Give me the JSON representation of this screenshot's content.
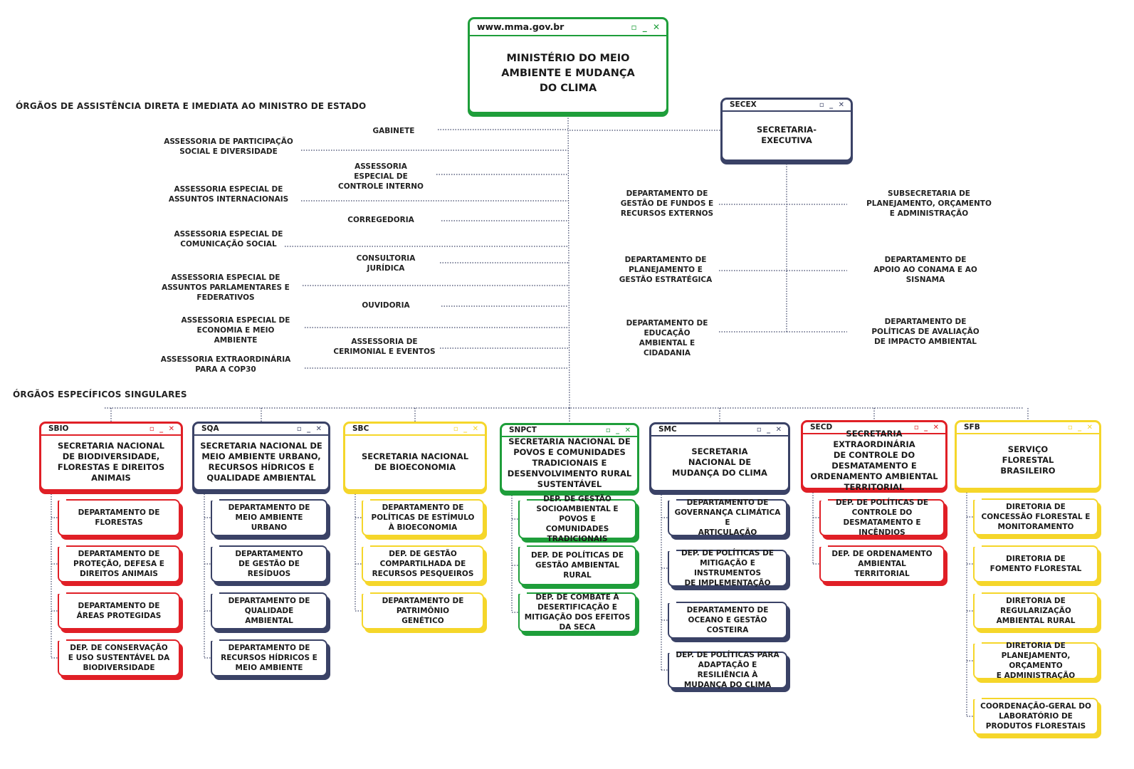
{
  "colors": {
    "green": "#1e9e3a",
    "red": "#e01f26",
    "navy": "#3a4266",
    "yellow": "#f5d62a"
  },
  "main": {
    "url": "www.mma.gov.br",
    "controls": "▫ _ ✕",
    "title": "MINISTÉRIO DO MEIO AMBIENTE E MUDANÇA DO CLIMA"
  },
  "section_direct": "ÓRGÃOS DE ASSISTÊNCIA DIRETA E IMEDIATA AO MINISTRO DE ESTADO",
  "section_specific": "ÓRGÃOS ESPECÍFICOS SINGULARES",
  "direct_left": [
    "ASSESSORIA DE PARTICIPAÇÃO\nSOCIAL E DIVERSIDADE",
    "ASSESSORIA ESPECIAL DE\nASSUNTOS INTERNACIONAIS",
    "ASSESSORIA ESPECIAL DE\nCOMUNICAÇÃO SOCIAL",
    "ASSESSORIA ESPECIAL DE\nASSUNTOS PARLAMENTARES E\nFEDERATIVOS",
    "ASSESSORIA ESPECIAL DE\nECONOMIA E MEIO\nAMBIENTE",
    "ASSESSORIA EXTRAORDINÁRIA\nPARA A COP30"
  ],
  "direct_center": [
    "GABINETE",
    "ASSESSORIA\nESPECIAL DE\nCONTROLE INTERNO",
    "CORREGEDORIA",
    "CONSULTORIA\nJURÍDICA",
    "OUVIDORIA",
    "ASSESSORIA DE\nCERIMONIAL E EVENTOS"
  ],
  "secex": {
    "code": "SECEX",
    "controls": "▫ _ ✕",
    "title": "SECRETARIA-\nEXECUTIVA",
    "left": [
      "DEPARTAMENTO DE\nGESTÃO DE FUNDOS E\nRECURSOS EXTERNOS",
      "DEPARTAMENTO DE\nPLANEJAMENTO E\nGESTÃO ESTRATÉGICA",
      "DEPARTAMENTO DE\nEDUCAÇÃO\nAMBIENTAL E\nCIDADANIA"
    ],
    "right": [
      "SUBSECRETARIA DE\nPLANEJAMENTO, ORÇAMENTO\nE ADMINISTRAÇÃO",
      "DEPARTAMENTO DE\nAPOIO AO CONAMA E AO\nSISNAMA",
      "DEPARTAMENTO DE\nPOLÍTICAS DE AVALIAÇÃO\nDE IMPACTO AMBIENTAL"
    ]
  },
  "secretarias": [
    {
      "code": "SBIO",
      "color": "red",
      "title": "SECRETARIA NACIONAL\nDE BIODIVERSIDADE,\nFLORESTAS E DIREITOS\nANIMAIS",
      "departments": [
        "DEPARTAMENTO DE\nFLORESTAS",
        "DEPARTAMENTO DE\nPROTEÇÃO, DEFESA E\nDIREITOS ANIMAIS",
        "DEPARTAMENTO DE\nÁREAS PROTEGIDAS",
        "DEP. DE CONSERVAÇÃO\nE USO SUSTENTÁVEL DA\nBIODIVERSIDADE"
      ]
    },
    {
      "code": "SQA",
      "color": "navy",
      "title": "SECRETARIA NACIONAL DE\nMEIO AMBIENTE URBANO,\nRECURSOS HÍDRICOS E\nQUALIDADE AMBIENTAL",
      "departments": [
        "DEPARTAMENTO DE\nMEIO AMBIENTE\nURBANO",
        "DEPARTAMENTO\nDE GESTÃO DE\nRESÍDUOS",
        "DEPARTAMENTO DE\nQUALIDADE\nAMBIENTAL",
        "DEPARTAMENTO DE\nRECURSOS HÍDRICOS E\nMEIO AMBIENTE"
      ]
    },
    {
      "code": "SBC",
      "color": "yellow",
      "title": "SECRETARIA NACIONAL\nDE BIOECONOMIA",
      "departments": [
        "DEPARTAMENTO DE\nPOLÍTICAS DE ESTÍMULO\nÀ BIOECONOMIA",
        "DEP. DE GESTÃO\nCOMPARTILHADA DE\nRECURSOS PESQUEIROS",
        "DEPARTAMENTO DE\nPATRIMÔNIO\nGENÉTICO"
      ]
    },
    {
      "code": "SNPCT",
      "color": "green",
      "title": "SECRETARIA NACIONAL DE\nPOVOS E COMUNIDADES\nTRADICIONAIS E\nDESENVOLVIMENTO RURAL\nSUSTENTÁVEL",
      "departments": [
        "DEP. DE GESTÃO\nSOCIOAMBIENTAL E POVOS E\nCOMUNIDADES\nTRADICIONAIS",
        "DEP. DE POLÍTICAS DE\nGESTÃO AMBIENTAL\nRURAL",
        "DEP. DE COMBATE À\nDESERTIFICAÇÃO E\nMITIGAÇÃO DOS EFEITOS\nDA SECA"
      ]
    },
    {
      "code": "SMC",
      "color": "navy",
      "title": "SECRETARIA\nNACIONAL DE\nMUDANÇA DO CLIMA",
      "departments": [
        "DEPARTAMENTO DE\nGOVERNANÇA CLIMÁTICA E\nARTICULAÇÃO",
        "DEP. DE POLÍTICAS DE\nMITIGAÇÃO E INSTRUMENTOS\nDE IMPLEMENTAÇÃO",
        "DEPARTAMENTO DE\nOCEANO E GESTÃO\nCOSTEIRA",
        "DEP. DE POLÍTICAS PARA\nADAPTAÇÃO E RESILIÊNCIA À\nMUDANÇA DO CLIMA"
      ]
    },
    {
      "code": "SECD",
      "color": "red",
      "title": "SECRETARIA EXTRAORDINÁRIA\nDE CONTROLE DO\nDESMATAMENTO E\nORDENAMENTO AMBIENTAL\nTERRITORIAL",
      "departments": [
        "DEP. DE POLÍTICAS DE\nCONTROLE DO\nDESMATAMENTO E INCÊNDIOS",
        "DEP. DE ORDENAMENTO\nAMBIENTAL\nTERRITORIAL"
      ]
    },
    {
      "code": "SFB",
      "color": "yellow",
      "title": "SERVIÇO\nFLORESTAL\nBRASILEIRO",
      "departments": [
        "DIRETORIA DE\nCONCESSÃO FLORESTAL E\nMONITORAMENTO",
        "DIRETORIA DE\nFOMENTO FLORESTAL",
        "DIRETORIA DE\nREGULARIZAÇÃO\nAMBIENTAL RURAL",
        "DIRETORIA DE\nPLANEJAMENTO, ORÇAMENTO\nE ADMINISTRAÇÃO",
        "COORDENAÇÃO-GERAL DO\nLABORATÓRIO DE\nPRODUTOS FLORESTAIS"
      ]
    }
  ]
}
